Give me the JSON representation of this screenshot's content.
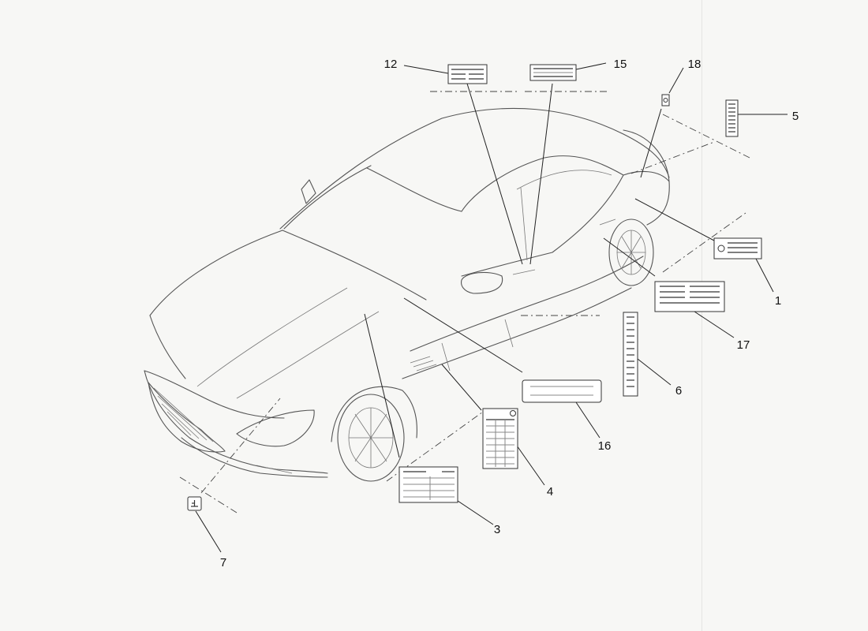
{
  "diagram": {
    "callouts": [
      {
        "id": "1",
        "text": "1"
      },
      {
        "id": "3",
        "text": "3"
      },
      {
        "id": "4",
        "text": "4"
      },
      {
        "id": "5",
        "text": "5"
      },
      {
        "id": "6",
        "text": "6"
      },
      {
        "id": "7",
        "text": "7"
      },
      {
        "id": "12",
        "text": "12"
      },
      {
        "id": "15",
        "text": "15"
      },
      {
        "id": "16",
        "text": "16"
      },
      {
        "id": "17",
        "text": "17"
      },
      {
        "id": "18",
        "text": "18"
      }
    ]
  }
}
